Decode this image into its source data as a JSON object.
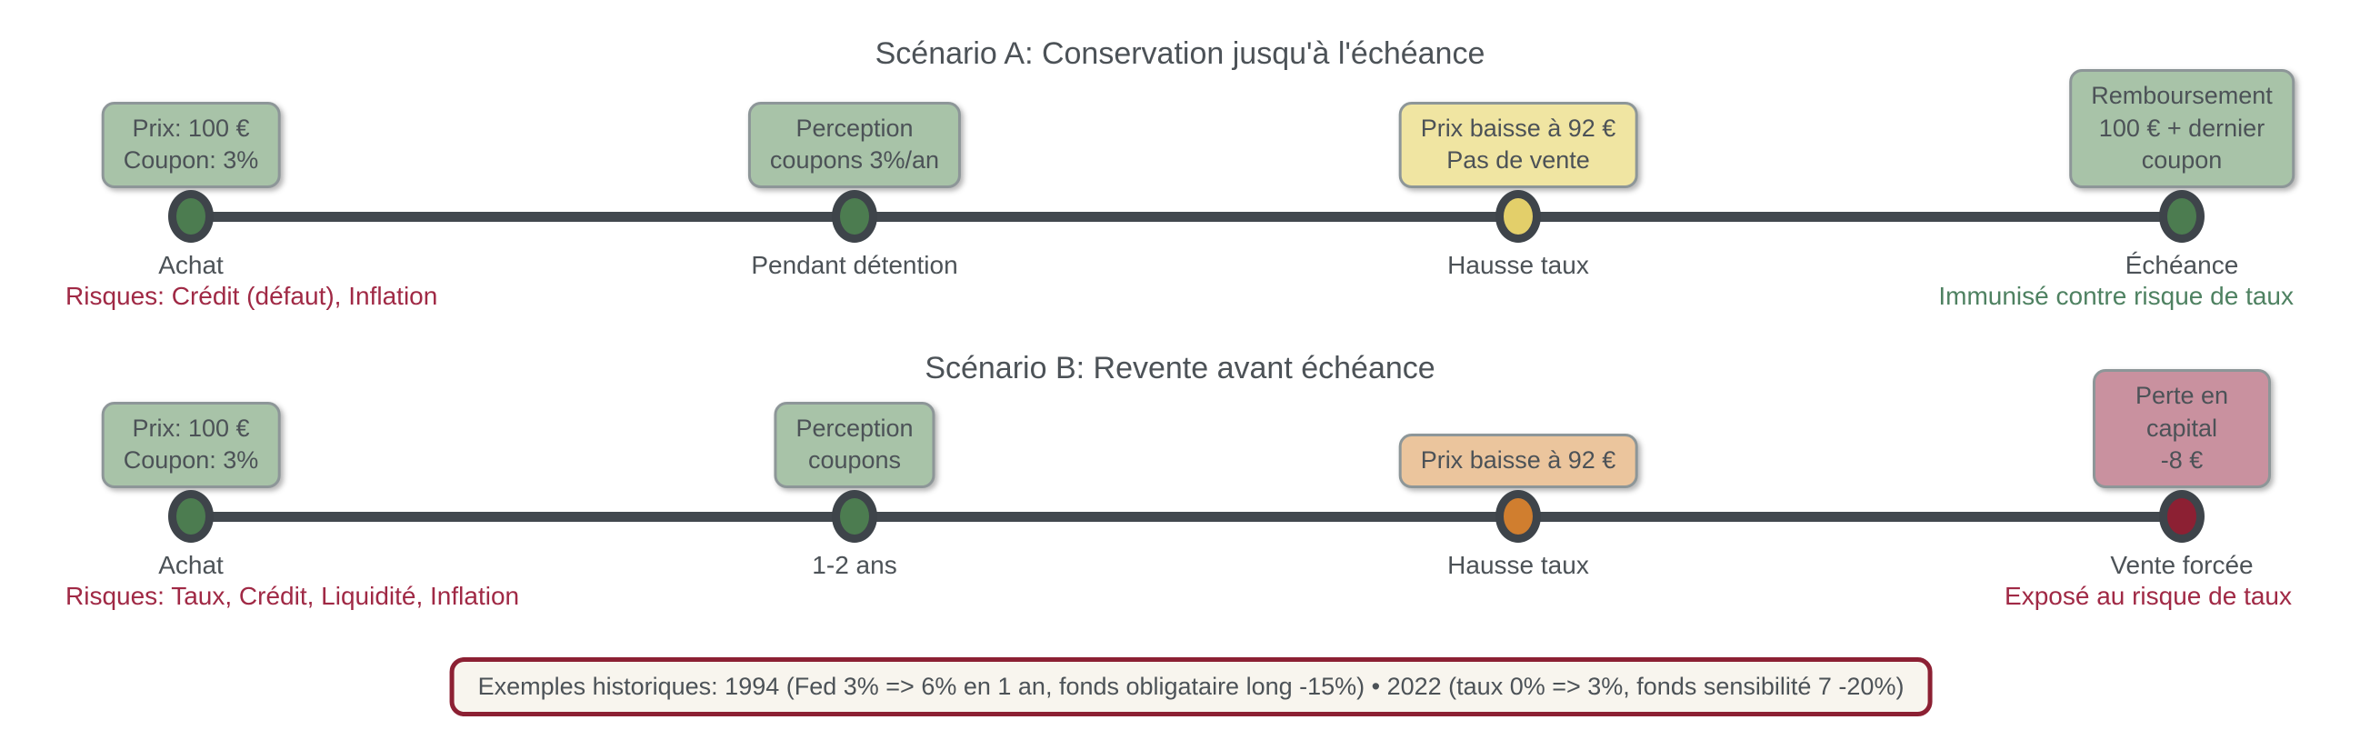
{
  "palette": {
    "background": "#ffffff",
    "text": "#4c5257",
    "timeline": "#42484e",
    "node_ring": "#3e444a",
    "box_border": "#8d9698",
    "box_green": "#a8c3a8",
    "box_yellow": "#f0e5a2",
    "box_orange": "#ebc59d",
    "box_red": "#c9919f",
    "node_green": "#4c7c50",
    "node_yellow": "#e3cf6a",
    "node_orange": "#d07e2f",
    "node_red": "#8c2033",
    "risk_text": "#a02945",
    "positive_text": "#4e8161",
    "footer_border": "#8c2033",
    "footer_background": "#f8f5ee"
  },
  "scenarios": [
    {
      "title": "Scénario A: Conservation jusqu'à l'échéance",
      "events": [
        {
          "box": "Prix: 100 €\nCoupon: 3%",
          "label": "Achat",
          "note": "Risques: Crédit (défaut), Inflation",
          "box_color": "green",
          "node_color": "green"
        },
        {
          "box": "Perception\ncoupons 3%/an",
          "label": "Pendant détention",
          "box_color": "green",
          "node_color": "green"
        },
        {
          "box": "Prix baisse à 92 €\nPas de vente",
          "label": "Hausse taux",
          "box_color": "yellow",
          "node_color": "yellow"
        },
        {
          "box": "Remboursement\n100 € + dernier\ncoupon",
          "label": "Échéance",
          "note": "Immunisé contre risque de taux",
          "box_color": "green",
          "node_color": "green"
        }
      ]
    },
    {
      "title": "Scénario B: Revente avant échéance",
      "events": [
        {
          "box": "Prix: 100 €\nCoupon: 3%",
          "label": "Achat",
          "note": "Risques: Taux, Crédit, Liquidité, Inflation",
          "box_color": "green",
          "node_color": "green"
        },
        {
          "box": "Perception\ncoupons",
          "label": "1-2 ans",
          "box_color": "green",
          "node_color": "green"
        },
        {
          "box": "Prix baisse à 92 €",
          "label": "Hausse taux",
          "box_color": "orange",
          "node_color": "orange"
        },
        {
          "box": "Perte en capital\n-8 €",
          "label": "Vente forcée",
          "note": "Exposé au risque de taux",
          "box_color": "red",
          "node_color": "red"
        }
      ]
    }
  ],
  "footer": {
    "text": "Exemples historiques: 1994 (Fed 3% => 6% en 1 an, fonds obligataire long -15%) • 2022 (taux 0% => 3%, fonds sensibilité 7 -20%)"
  }
}
